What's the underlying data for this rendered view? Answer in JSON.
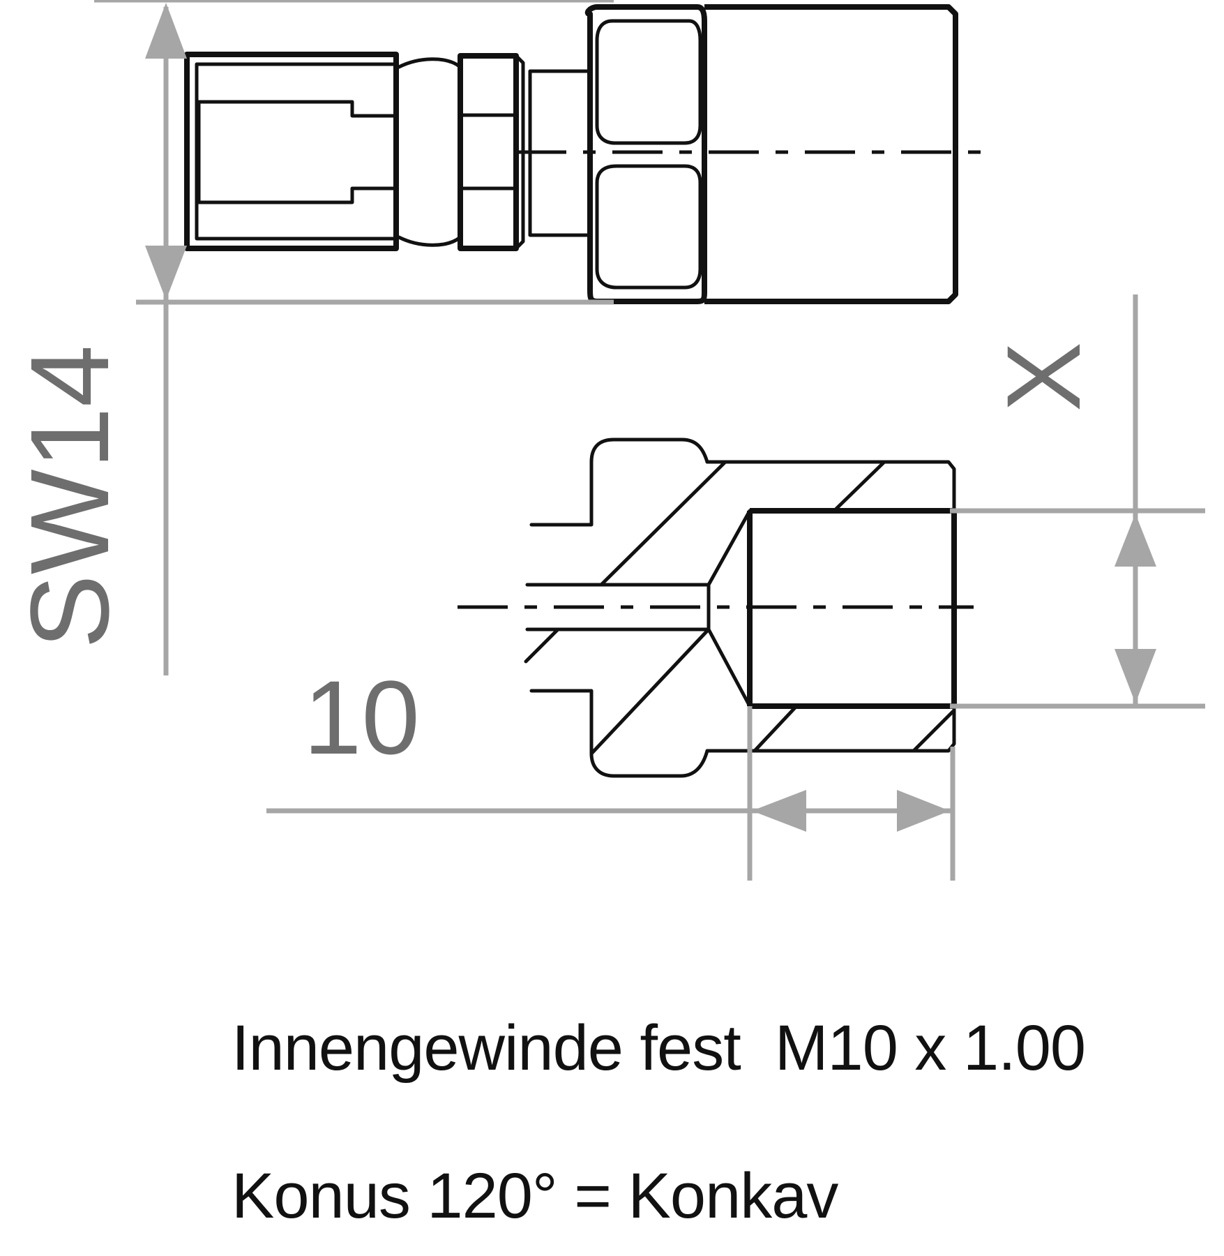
{
  "dimensions": {
    "width_across_flats": "SW14",
    "thread_length": "10",
    "thread_diameter": "X"
  },
  "captions": {
    "thread_spec": "Innengewinde fest  M10 x 1.00",
    "cone_spec": "Konus 120° = Konkav"
  }
}
